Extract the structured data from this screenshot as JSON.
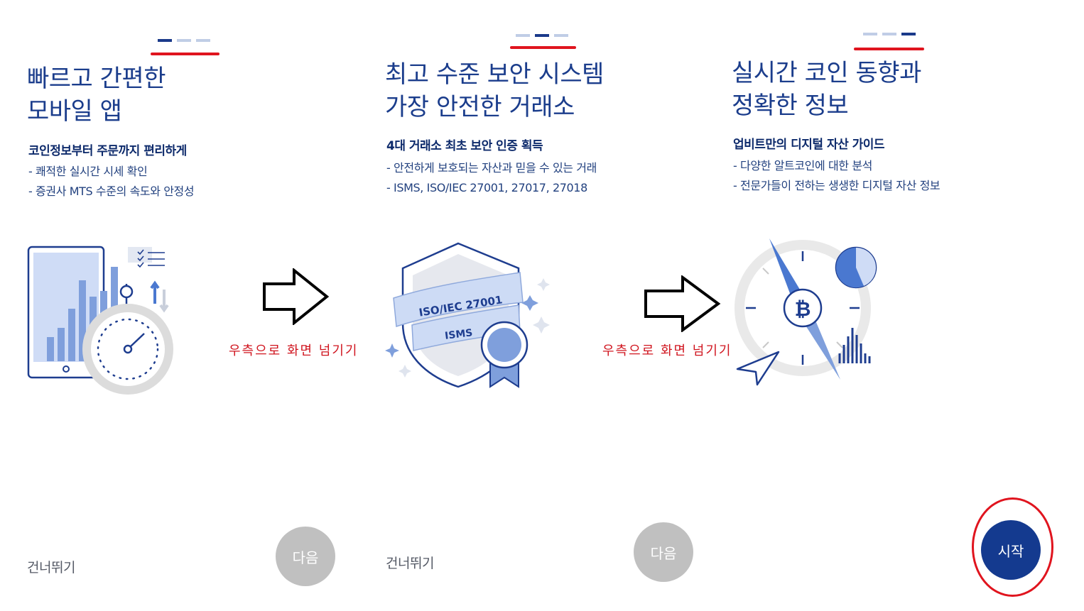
{
  "colors": {
    "accent": "#1a3a8a",
    "accent_light": "#c0cde6",
    "annotation_red": "#e0141e",
    "next_button_gray": "#c0c0c0",
    "start_button_blue": "#143a8f"
  },
  "panels": [
    {
      "title": "빠르고 간편한\n모바일 앱",
      "subtitle": "코인정보부터 주문까지 편리하게",
      "bullets": [
        "- 쾌적한 실시간 시세 확인",
        "- 증권사 MTS 수준의 속도와 안정성"
      ],
      "active_step": 1,
      "icon": "tablet-chart-stopwatch-icon"
    },
    {
      "title": "최고 수준 보안 시스템\n가장 안전한 거래소",
      "subtitle": "4대 거래소 최초 보안 인증 획득",
      "bullets": [
        "- 안전하게 보호되는 자산과 믿을 수 있는 거래",
        "- ISMS, ISO/IEC 27001, 27017, 27018"
      ],
      "active_step": 2,
      "icon": "security-shield-icon",
      "banner_text_1": "ISO/IEC 27001",
      "banner_text_2": "ISMS"
    },
    {
      "title": "실시간 코인 동향과\n정확한 정보",
      "subtitle": "업비트만의 디지털 자산 가이드",
      "bullets": [
        "- 다양한 알트코인에 대한 분석",
        "- 전문가들이 전하는 생생한 디지털 자산 정보"
      ],
      "active_step": 3,
      "icon": "bitcoin-compass-icon"
    }
  ],
  "annotations": {
    "swipe_caption_1": "우측으로 화면 넘기기",
    "swipe_caption_2": "우측으로 화면 넘기기"
  },
  "footer": {
    "skip_label_1": "건너뛰기",
    "skip_label_2": "건너뛰기",
    "next_label_1": "다음",
    "next_label_2": "다음",
    "start_label": "시작"
  }
}
